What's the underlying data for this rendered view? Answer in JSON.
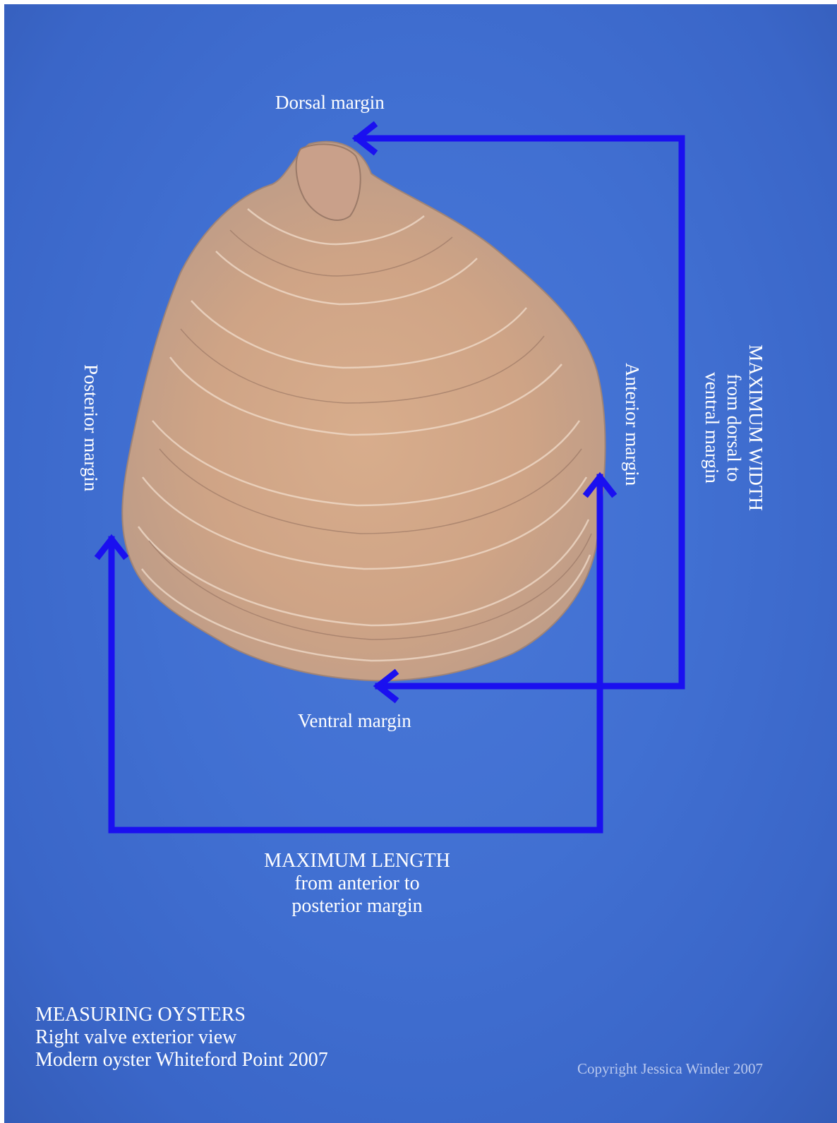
{
  "labels": {
    "dorsal": "Dorsal margin",
    "ventral": "Ventral margin",
    "posterior": "Posterior margin",
    "anterior": "Anterior margin",
    "max_width": [
      "MAXIMUM WIDTH",
      "from dorsal to",
      "ventral margin"
    ],
    "max_length": [
      "MAXIMUM LENGTH",
      "from anterior to",
      "posterior margin"
    ]
  },
  "caption": [
    "MEASURING OYSTERS",
    "Right valve exterior view",
    "Modern oyster Whiteford Point 2007"
  ],
  "copyright": "Copyright Jessica Winder 2007",
  "colors": {
    "background": "#4170d2",
    "arrow": "#1a10f0",
    "text": "#ffffff",
    "shell": "#d2a98a"
  }
}
